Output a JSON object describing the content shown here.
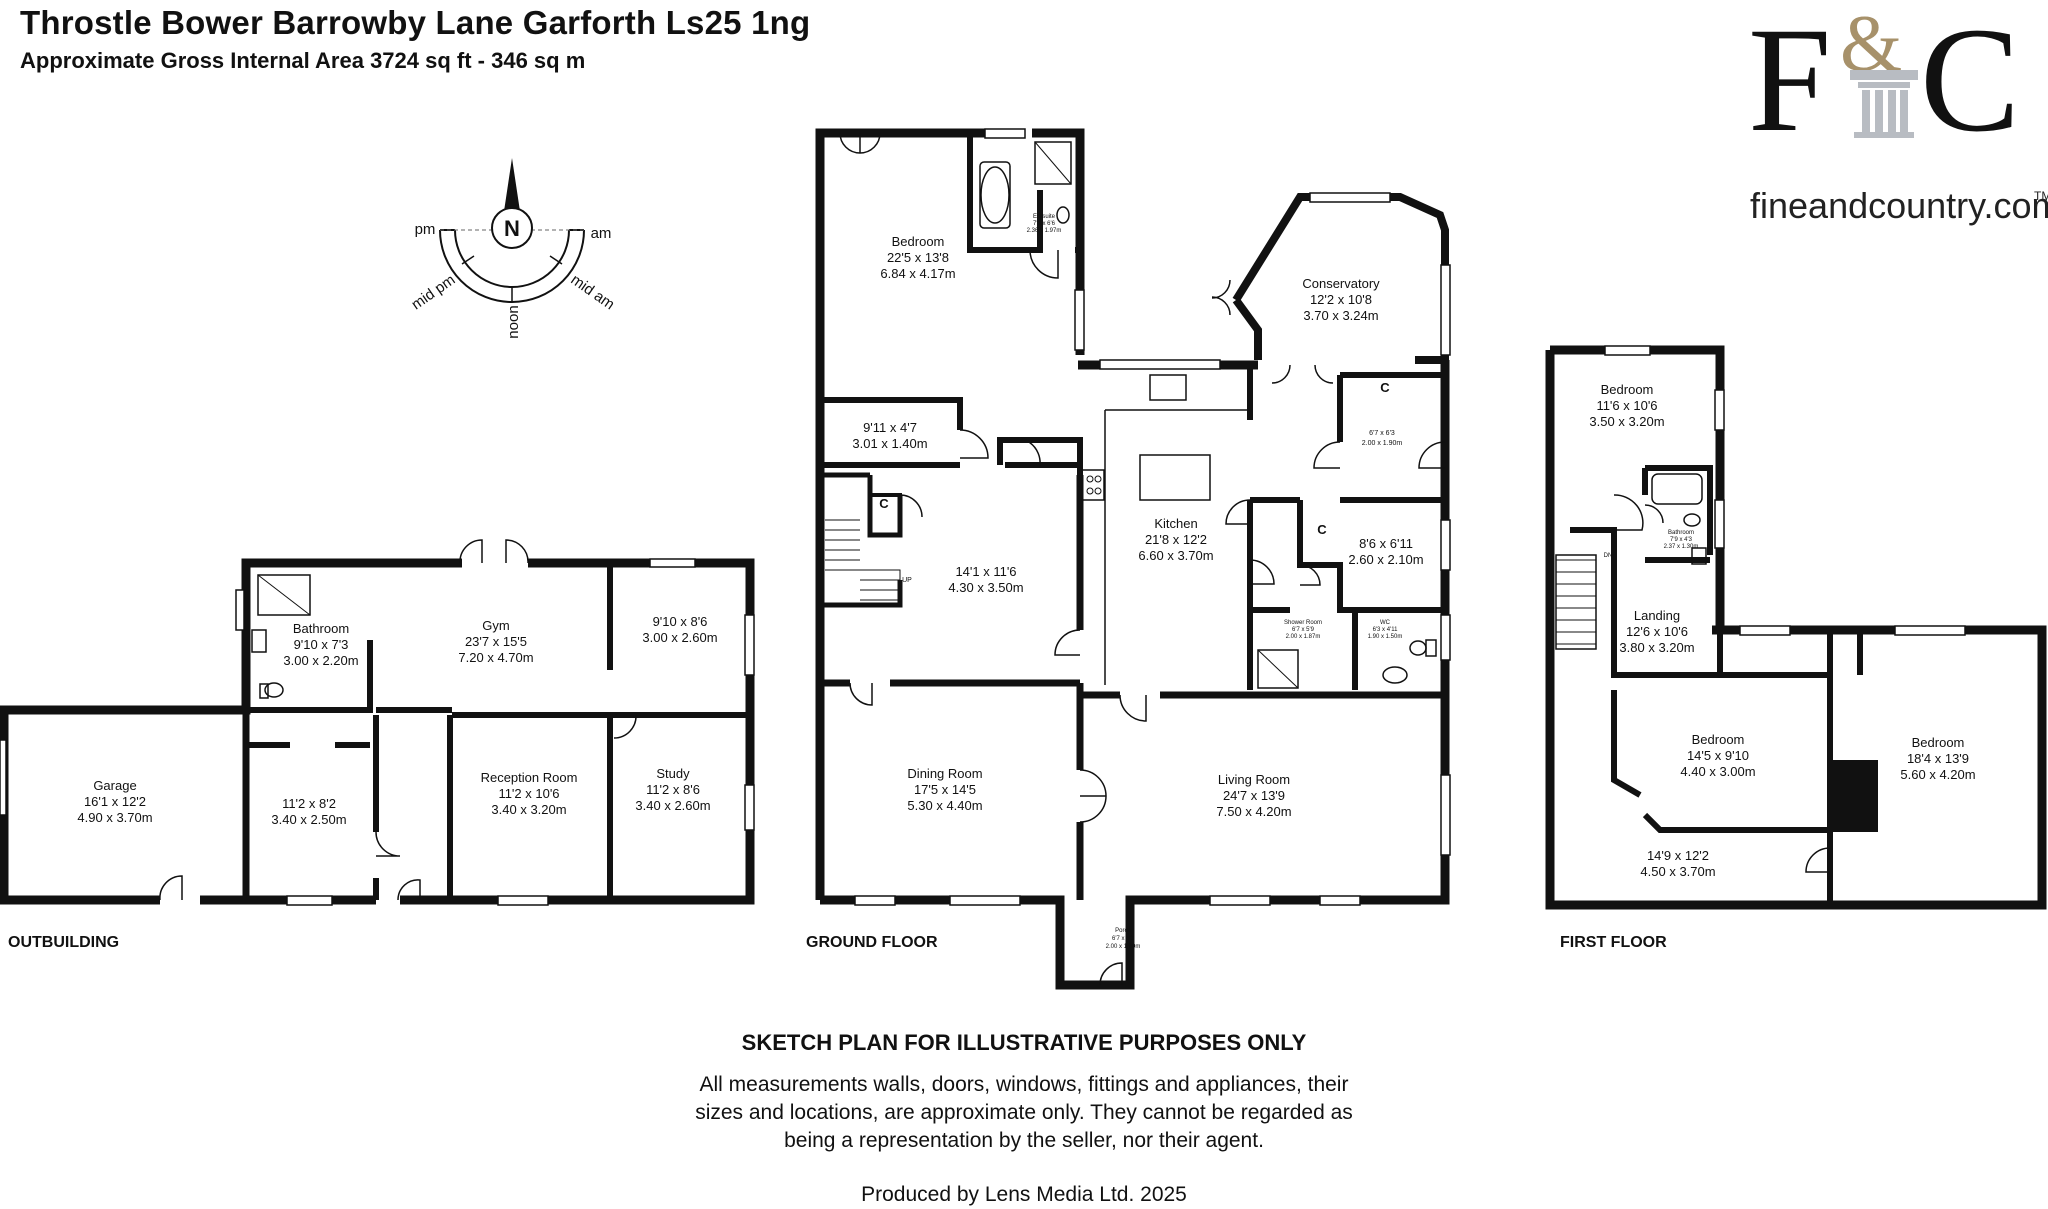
{
  "header": {
    "title": "Throstle Bower Barrowby Lane Garforth Ls25 1ng",
    "subtitle": "Approximate Gross Internal Area 3724 sq ft - 346 sq m"
  },
  "logo": {
    "letter_left": "F",
    "ampersand": "&",
    "letter_right": "C",
    "website": "fineandcountry.com",
    "trademark": "TM",
    "colors": {
      "ink": "#111111",
      "gold": "#a7916a",
      "column": "#b8bcc2"
    }
  },
  "compass": {
    "north": "N",
    "labels": {
      "pm": "pm",
      "am": "am",
      "mid_pm": "mid pm",
      "mid_am": "mid am",
      "noon": "noon"
    }
  },
  "floors": {
    "outbuilding": "OUTBUILDING",
    "ground": "GROUND FLOOR",
    "first": "FIRST FLOOR"
  },
  "rooms": {
    "garage": {
      "name": "Garage",
      "imperial": "16'1 x 12'2",
      "metric": "4.90 x 3.70m"
    },
    "out_room": {
      "name": "",
      "imperial": "11'2 x 8'2",
      "metric": "3.40 x 2.50m"
    },
    "out_bathroom": {
      "name": "Bathroom",
      "imperial": "9'10 x 7'3",
      "metric": "3.00 x 2.20m"
    },
    "gym": {
      "name": "Gym",
      "imperial": "23'7 x 15'5",
      "metric": "7.20 x 4.70m"
    },
    "out_room2": {
      "name": "",
      "imperial": "9'10 x 8'6",
      "metric": "3.00 x 2.60m"
    },
    "reception": {
      "name": "Reception Room",
      "imperial": "11'2 x 10'6",
      "metric": "3.40 x 3.20m"
    },
    "study": {
      "name": "Study",
      "imperial": "11'2 x 8'6",
      "metric": "3.40 x 2.60m"
    },
    "gf_bedroom": {
      "name": "Bedroom",
      "imperial": "22'5 x 13'8",
      "metric": "6.84 x 4.17m"
    },
    "ensuite": {
      "name": "En-suite",
      "imperial": "7'9 x 6'6",
      "metric": "2.36 x 1.97m"
    },
    "gf_small": {
      "name": "",
      "imperial": "9'11 x 4'7",
      "metric": "3.01 x 1.40m"
    },
    "hall": {
      "name": "",
      "imperial": "14'1 x 11'6",
      "metric": "4.30 x 3.50m"
    },
    "conservatory": {
      "name": "Conservatory",
      "imperial": "12'2 x 10'8",
      "metric": "3.70 x 3.24m"
    },
    "kitchen": {
      "name": "Kitchen",
      "imperial": "21'8 x 12'2",
      "metric": "6.60 x 3.70m"
    },
    "gf_store": {
      "name": "",
      "imperial": "6'7 x 6'3",
      "metric": "2.00 x 1.90m"
    },
    "utility": {
      "name": "",
      "imperial": "8'6 x 6'11",
      "metric": "2.60 x 2.10m"
    },
    "shower": {
      "name": "Shower Room",
      "imperial": "6'7 x 5'9",
      "metric": "2.00 x 1.87m"
    },
    "wc": {
      "name": "WC",
      "imperial": "6'3 x 4'11",
      "metric": "1.90 x 1.50m"
    },
    "dining": {
      "name": "Dining Room",
      "imperial": "17'5 x 14'5",
      "metric": "5.30 x 4.40m"
    },
    "living": {
      "name": "Living Room",
      "imperial": "24'7 x 13'9",
      "metric": "7.50 x 4.20m"
    },
    "porch": {
      "name": "Porch",
      "imperial": "6'7 x 5'3",
      "metric": "2.00 x 1.60m"
    },
    "ff_bedroom1": {
      "name": "Bedroom",
      "imperial": "11'6 x 10'6",
      "metric": "3.50 x 3.20m"
    },
    "ff_bathroom": {
      "name": "Bathroom",
      "imperial": "7'9 x 4'3",
      "metric": "2.37 x 1.30m"
    },
    "landing": {
      "name": "Landing",
      "imperial": "12'6 x 10'6",
      "metric": "3.80 x 3.20m"
    },
    "ff_bedroom2": {
      "name": "Bedroom",
      "imperial": "14'5 x 9'10",
      "metric": "4.40 x 3.00m"
    },
    "ff_bedroom3": {
      "name": "Bedroom",
      "imperial": "18'4 x 13'9",
      "metric": "5.60 x 4.20m"
    },
    "ff_room": {
      "name": "",
      "imperial": "14'9 x 12'2",
      "metric": "4.50 x 3.70m"
    }
  },
  "cupboard_label": "C",
  "stair_labels": {
    "up": "UP",
    "down": "DN"
  },
  "disclaimer": {
    "heading": "SKETCH PLAN FOR ILLUSTRATIVE PURPOSES ONLY",
    "line1": "All measurements walls, doors, windows, fittings and appliances, their",
    "line2": "sizes and locations, are approximate only. They cannot be regarded as",
    "line3": "being a representation by the seller, nor their agent."
  },
  "credit": "Produced by Lens Media Ltd. 2025"
}
